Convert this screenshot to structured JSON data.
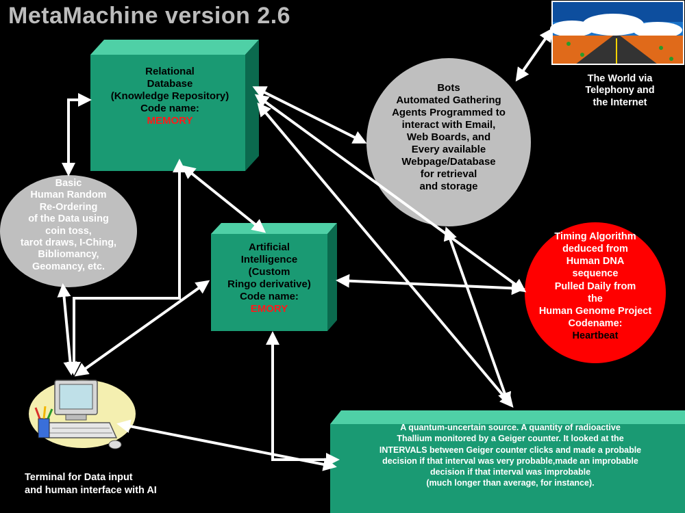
{
  "title": "MetaMachine version 2.6",
  "colors": {
    "background": "#000000",
    "box_green": "#1a9a73",
    "bots_gray": "#bfbfbf",
    "timing_red": "#ff0000",
    "code_red": "#ff1a1a",
    "arrow": "#ffffff"
  },
  "database": {
    "lines": [
      "Relational",
      "Database",
      "(Knowledge Repository)",
      "Code name:"
    ],
    "codename": "MEMORY"
  },
  "ai": {
    "lines": [
      "Artificial",
      "Intelligence",
      "(Custom",
      "Ringo derivative)",
      "Code name:"
    ],
    "codename": "EMORY"
  },
  "bots": {
    "lines": [
      "Bots",
      "Automated Gathering",
      "Agents Programmed to",
      "interact with Email,",
      "Web Boards, and",
      "Every available",
      "Webpage/Database",
      "for retrieval",
      "and storage"
    ]
  },
  "random": {
    "lines": [
      "Basic",
      "Human Random",
      "Re-Ordering",
      "of the Data using",
      "coin toss,",
      "tarot draws, I-Ching,",
      "Bibliomancy,",
      "Geomancy, etc."
    ]
  },
  "timing": {
    "lines": [
      "Timing Algorithm",
      "deduced from",
      "Human DNA",
      "sequence",
      "Pulled Daily from",
      "the",
      "Human Genome Project",
      "Codename:",
      "Heartbeat"
    ]
  },
  "world": {
    "lines": [
      "The World via",
      "Telephony and",
      "the Internet"
    ]
  },
  "quantum": {
    "lines": [
      "A quantum-uncertain source.  A quantity of radioactive",
      "Thallium monitored by a Geiger counter. It looked at the",
      "INTERVALS between Geiger counter clicks and made a probable",
      "decision if that interval was very probable,made an improbable",
      "decision if that interval was improbable",
      "(much longer than average, for instance)."
    ]
  },
  "terminal": {
    "lines": [
      "Terminal for Data input",
      "and human interface with AI"
    ]
  }
}
